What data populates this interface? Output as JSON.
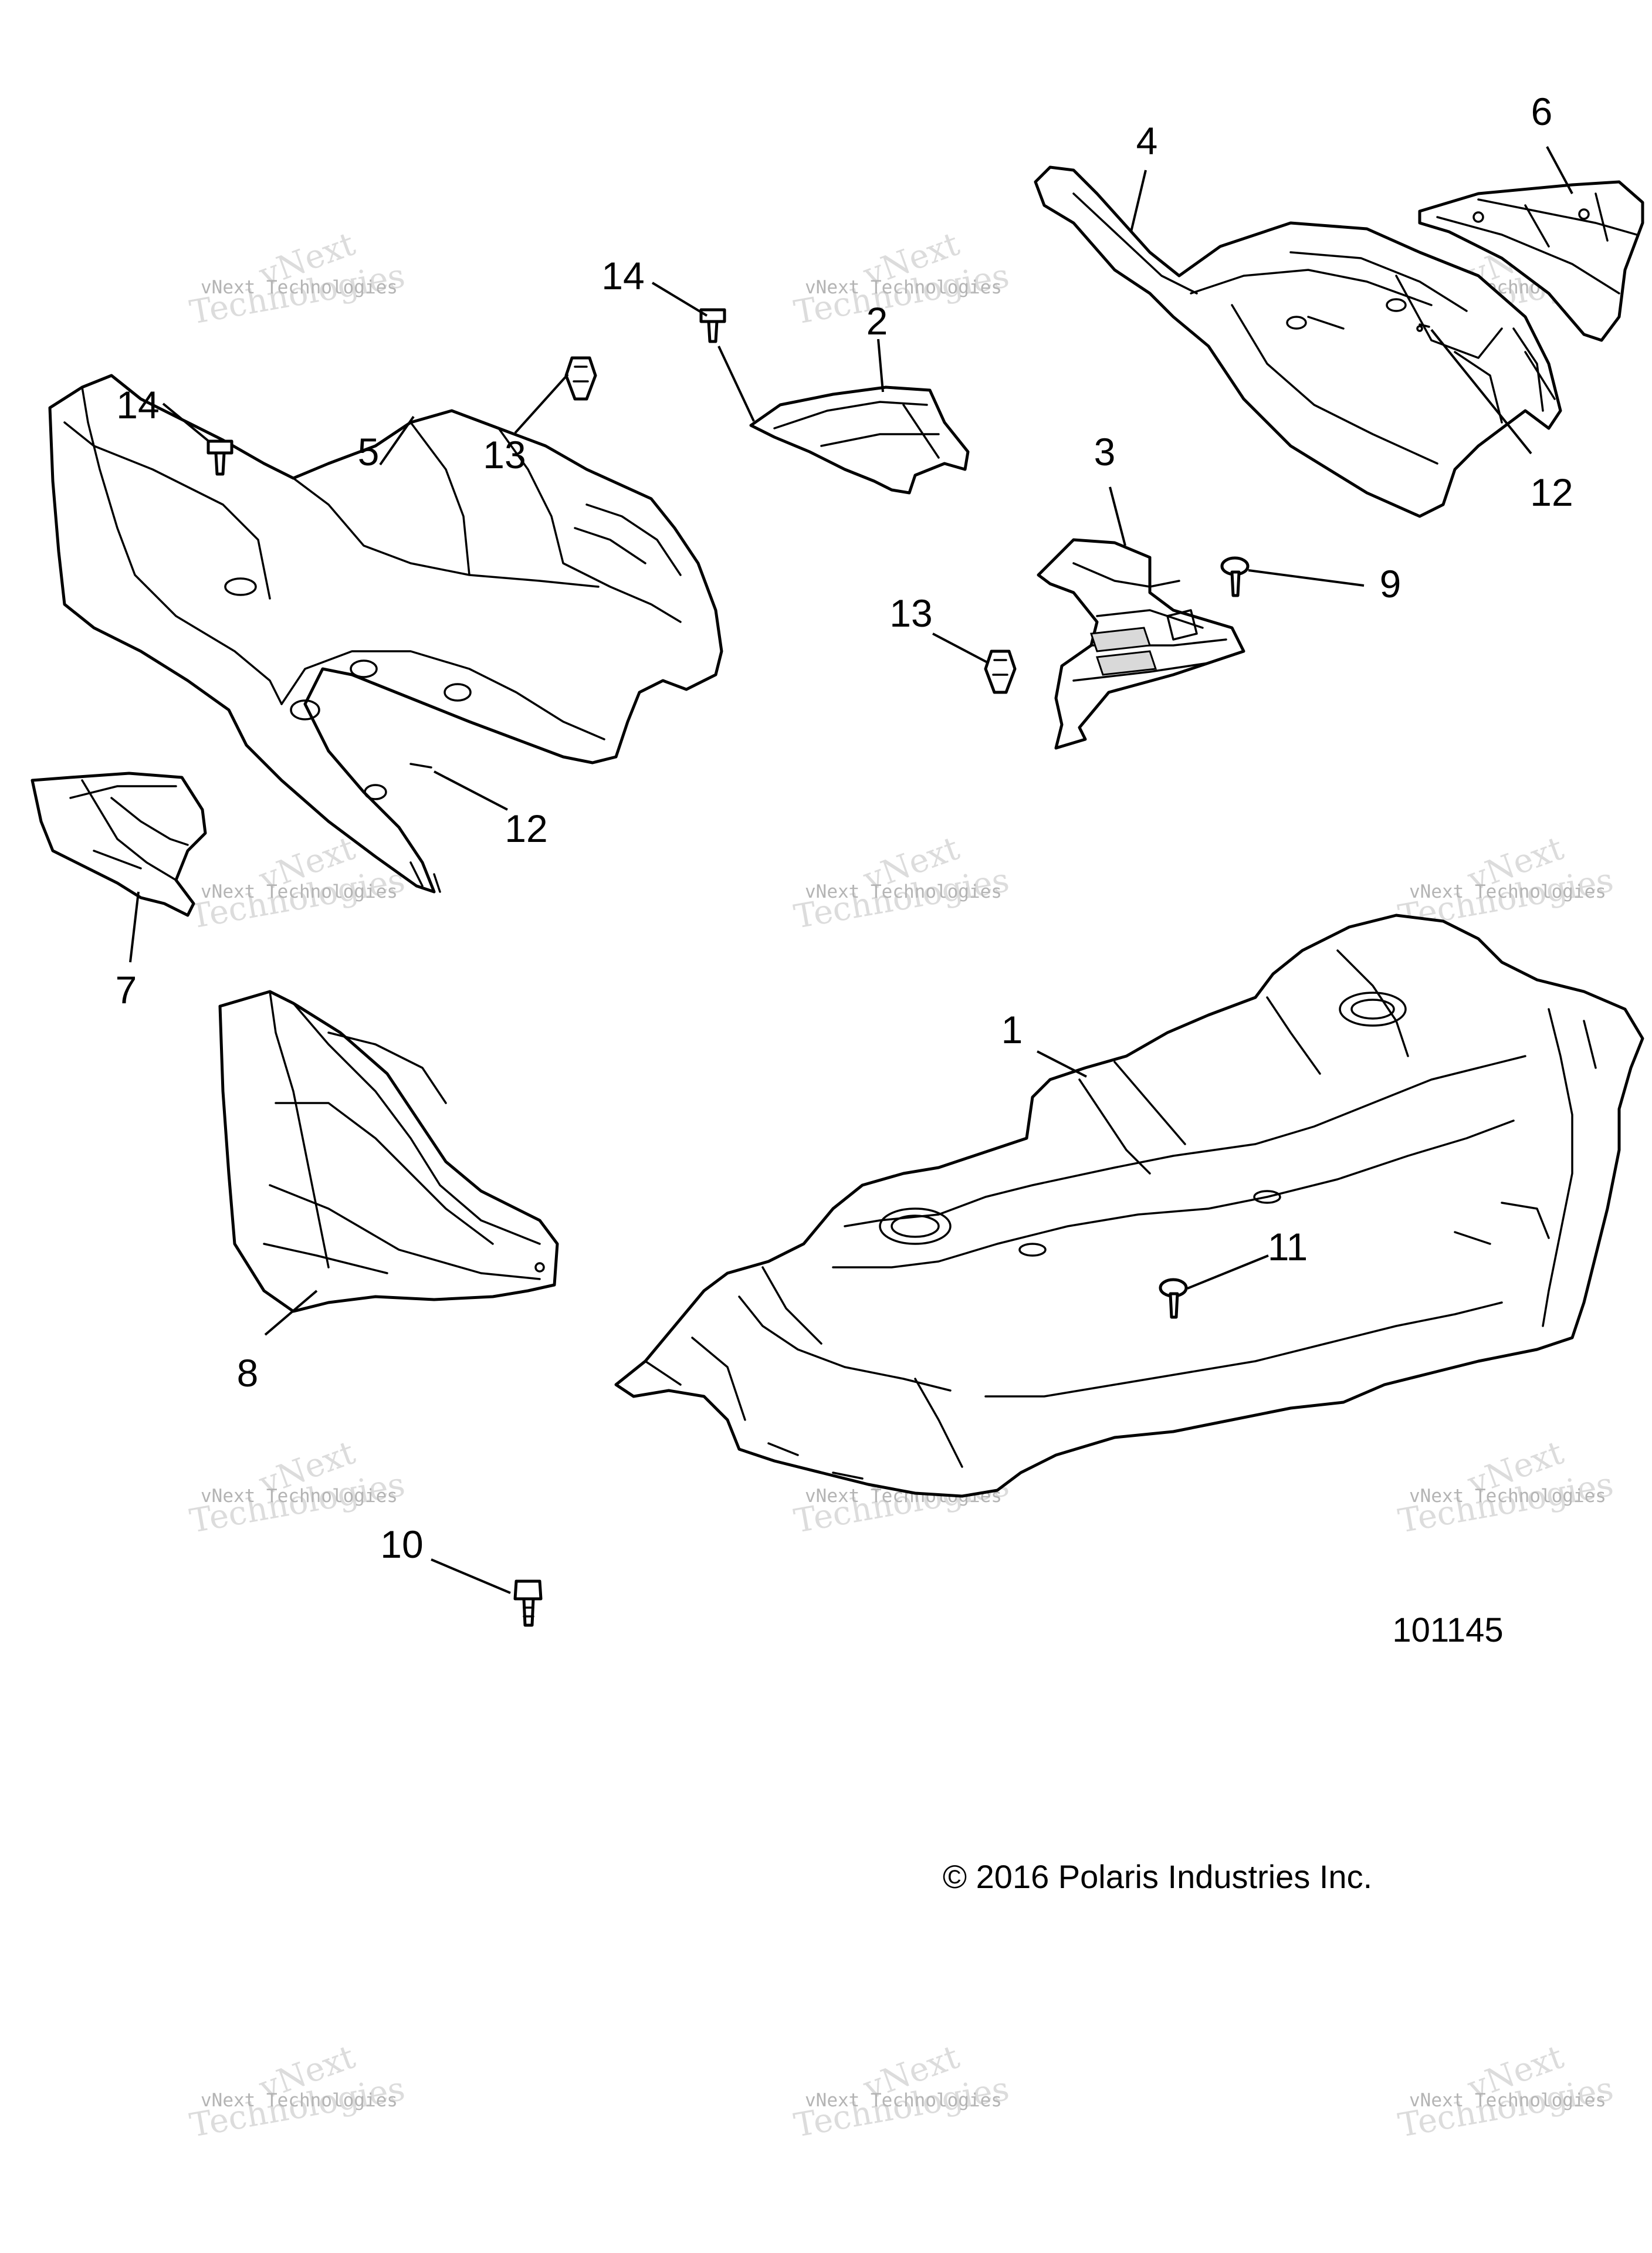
{
  "diagram": {
    "callouts": [
      {
        "id": "1",
        "label": "1"
      },
      {
        "id": "2",
        "label": "2"
      },
      {
        "id": "3",
        "label": "3"
      },
      {
        "id": "4",
        "label": "4"
      },
      {
        "id": "5",
        "label": "5"
      },
      {
        "id": "6",
        "label": "6"
      },
      {
        "id": "7",
        "label": "7"
      },
      {
        "id": "8",
        "label": "8"
      },
      {
        "id": "9",
        "label": "9"
      },
      {
        "id": "10",
        "label": "10"
      },
      {
        "id": "11",
        "label": "11"
      },
      {
        "id": "12a",
        "label": "12"
      },
      {
        "id": "12b",
        "label": "12"
      },
      {
        "id": "13a",
        "label": "13"
      },
      {
        "id": "13b",
        "label": "13"
      },
      {
        "id": "14a",
        "label": "14"
      },
      {
        "id": "14b",
        "label": "14"
      }
    ],
    "figure_number": "101145",
    "copyright": "© 2016 Polaris Industries Inc."
  },
  "watermark": {
    "line1": "vNext Technologies",
    "line2": "Technologies",
    "diagonal": "vNext"
  },
  "colors": {
    "line": "#000000",
    "background": "#ffffff",
    "watermark": "#b4b4b4"
  }
}
